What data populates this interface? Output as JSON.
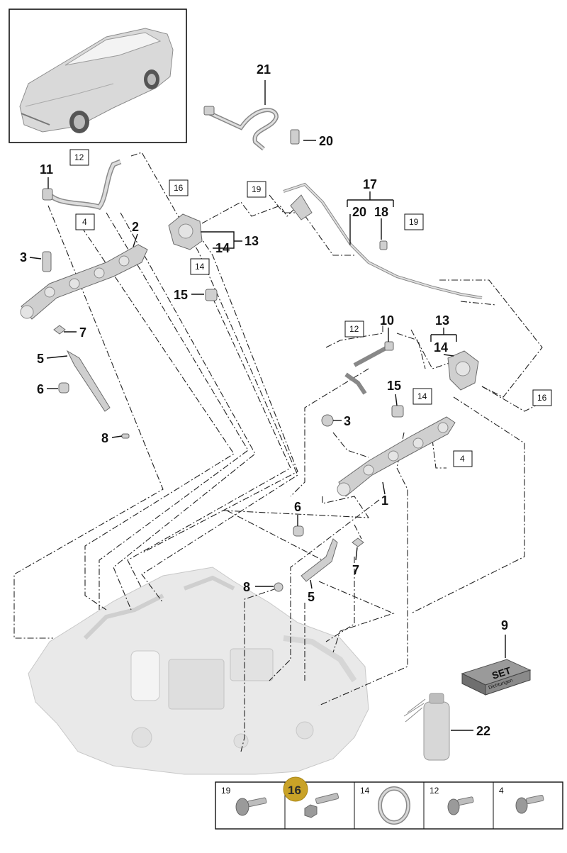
{
  "callouts": [
    {
      "id": "c21",
      "text": "21"
    },
    {
      "id": "c20a",
      "text": "20"
    },
    {
      "id": "c17",
      "text": "17"
    },
    {
      "id": "c20b",
      "text": "20"
    },
    {
      "id": "c18",
      "text": "18"
    },
    {
      "id": "c11",
      "text": "11"
    },
    {
      "id": "c2",
      "text": "2"
    },
    {
      "id": "c13a",
      "text": "13"
    },
    {
      "id": "c14a",
      "text": "14"
    },
    {
      "id": "c3a",
      "text": "3"
    },
    {
      "id": "c15a",
      "text": "15"
    },
    {
      "id": "c7a",
      "text": "7"
    },
    {
      "id": "c5a",
      "text": "5"
    },
    {
      "id": "c6a",
      "text": "6"
    },
    {
      "id": "c8a",
      "text": "8"
    },
    {
      "id": "c10",
      "text": "10"
    },
    {
      "id": "c13b",
      "text": "13"
    },
    {
      "id": "c14b",
      "text": "14"
    },
    {
      "id": "c15b",
      "text": "15"
    },
    {
      "id": "c3b",
      "text": "3"
    },
    {
      "id": "c1",
      "text": "1"
    },
    {
      "id": "c6b",
      "text": "6"
    },
    {
      "id": "c7b",
      "text": "7"
    },
    {
      "id": "c8b",
      "text": "8"
    },
    {
      "id": "c5b",
      "text": "5"
    },
    {
      "id": "c9",
      "text": "9"
    },
    {
      "id": "c22",
      "text": "22"
    }
  ],
  "boxed_refs": [
    {
      "id": "b12a",
      "text": "12"
    },
    {
      "id": "b4a",
      "text": "4"
    },
    {
      "id": "b16a",
      "text": "16"
    },
    {
      "id": "b19a",
      "text": "19"
    },
    {
      "id": "b19b",
      "text": "19"
    },
    {
      "id": "b14a",
      "text": "14"
    },
    {
      "id": "b12b",
      "text": "12"
    },
    {
      "id": "b14b",
      "text": "14"
    },
    {
      "id": "b16b",
      "text": "16"
    },
    {
      "id": "b4b",
      "text": "4"
    }
  ],
  "set_box": {
    "label": "SET",
    "sub_label": "Dichtungen"
  },
  "legend": [
    {
      "label": "19",
      "icon": "bolt-icon"
    },
    {
      "label": "16",
      "icon": "bolt-icon",
      "highlighted": true
    },
    {
      "label": "14",
      "icon": "o-ring-icon"
    },
    {
      "label": "12",
      "icon": "bolt-icon"
    },
    {
      "label": "4",
      "icon": "bolt-icon"
    }
  ],
  "colors": {
    "highlight": "#c9a227",
    "line": "#111111",
    "part": "#cfcfcf",
    "engine": "#e9e9e9"
  }
}
